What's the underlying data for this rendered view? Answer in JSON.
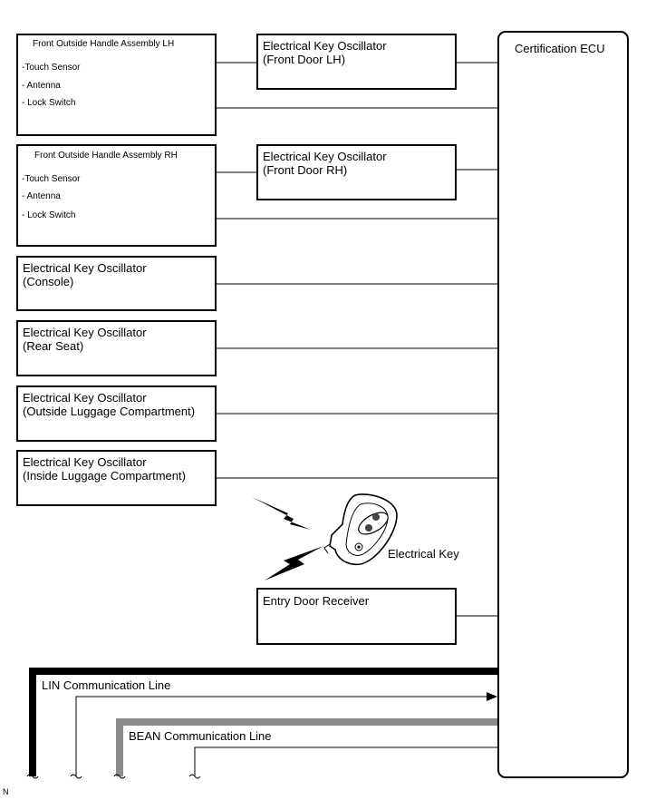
{
  "ecu": {
    "label": "Certification ECU"
  },
  "handle_lh": {
    "title": "Front Outside Handle Assembly LH",
    "items": [
      "-Touch Sensor",
      "- Antenna",
      "- Lock Switch"
    ]
  },
  "handle_rh": {
    "title": "Front Outside Handle Assembly RH",
    "items": [
      "-Touch Sensor",
      "- Antenna",
      "- Lock Switch"
    ]
  },
  "osc_front_lh": {
    "line1": "Electrical Key Oscillator",
    "line2": "(Front Door LH)"
  },
  "osc_front_rh": {
    "line1": "Electrical Key Oscillator",
    "line2": "(Front Door RH)"
  },
  "osc_console": {
    "line1": "Electrical Key Oscillator",
    "line2": "(Console)"
  },
  "osc_rear": {
    "line1": "Electrical Key Oscillator",
    "line2": "(Rear Seat)"
  },
  "osc_outside_lug": {
    "line1": "Electrical Key Oscillator",
    "line2": "(Outside Luggage Compartment)"
  },
  "osc_inside_lug": {
    "line1": "Electrical Key Oscillator",
    "line2": "(Inside Luggage Compartment)"
  },
  "electrical_key": {
    "label": "Electrical Key"
  },
  "receiver": {
    "label": "Entry Door Receiver"
  },
  "lin": {
    "label": "LIN Communication Line"
  },
  "bean": {
    "label": "BEAN Communication Line"
  },
  "footnote": "N",
  "colors": {
    "lin_line": "#000000",
    "bean_line": "#8c8c8c"
  }
}
